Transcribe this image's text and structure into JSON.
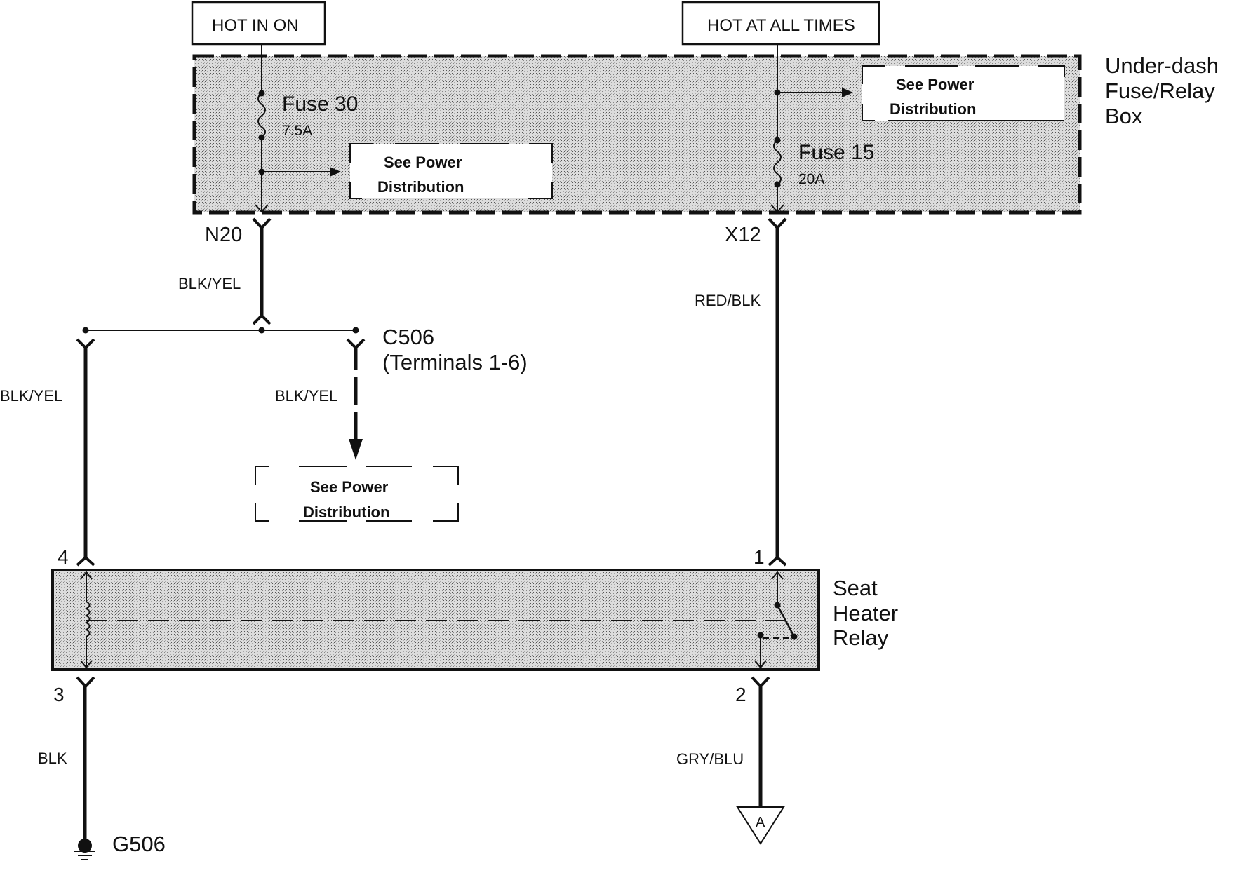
{
  "diagram": {
    "title": "Seat Heater Relay circuit",
    "colors": {
      "ink": "#111111",
      "shade": "#d2d2d2",
      "background": "#ffffff"
    },
    "power_sources": [
      {
        "id": "hot_in_on",
        "label": "HOT IN ON"
      },
      {
        "id": "hot_at_all_times",
        "label": "HOT AT ALL TIMES"
      }
    ],
    "fuse_box": {
      "label_lines": [
        "Under-dash",
        "Fuse/Relay",
        "Box"
      ],
      "fuses": [
        {
          "name": "Fuse 30",
          "rating": "7.5A"
        },
        {
          "name": "Fuse 15",
          "rating": "20A"
        }
      ],
      "references": [
        {
          "line1": "See Power",
          "line2": "Distribution"
        },
        {
          "line1": "See Power",
          "line2": "Distribution"
        }
      ]
    },
    "connectors": {
      "n20": "N20",
      "x12": "X12",
      "c506": "C506",
      "c506_note": "(Terminals 1-6)"
    },
    "wires": {
      "n20_out": "BLK/YEL",
      "x12_out": "RED/BLK",
      "splice_left": "BLK/YEL",
      "splice_right": "BLK/YEL",
      "pin3_out": "BLK",
      "pin2_out": "GRY/BLU"
    },
    "c506_reference": {
      "line1": "See Power",
      "line2": "Distribution"
    },
    "relay": {
      "label_lines": [
        "Seat",
        "Heater",
        "Relay"
      ],
      "pins": {
        "p1": "1",
        "p2": "2",
        "p3": "3",
        "p4": "4"
      }
    },
    "ground": {
      "label": "G506"
    },
    "offpage": {
      "label": "A"
    }
  }
}
